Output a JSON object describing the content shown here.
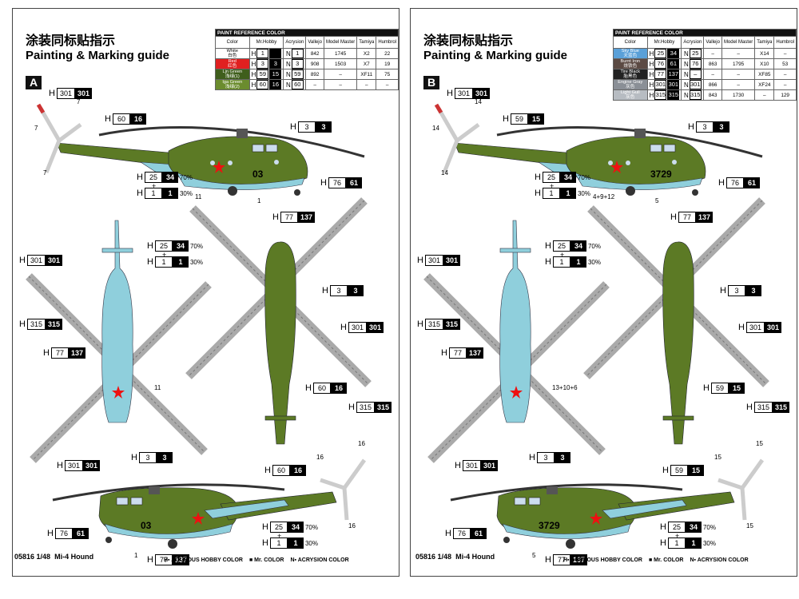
{
  "sheets": [
    {
      "letter": "A",
      "title_cn": "涂装同标贴指示",
      "title_en": "Painting & Marking guide",
      "table_header": "PAINT  REFERENCE COLOR",
      "columns": [
        "Color",
        "Mr.Hobby",
        "Acrysion",
        "Vallejo",
        "Model Master",
        "Tamiya",
        "Humbrol"
      ],
      "rows": [
        {
          "en": "White",
          "cn": "白色",
          "swatch": "#ffffff",
          "h": "1",
          "h_box": "",
          "n": "1",
          "vallejo": "842",
          "mm": "1745",
          "tamiya": "X2",
          "humbrol": "22"
        },
        {
          "en": "Red",
          "cn": "红色",
          "swatch": "#e02020",
          "h": "3",
          "h_box": "3",
          "n": "3",
          "vallejo": "908",
          "mm": "1503",
          "tamiya": "X7",
          "humbrol": "19"
        },
        {
          "en": "Ljn Green",
          "cn": "浅绿(1)",
          "swatch": "#3f5e1c",
          "h": "59",
          "h_box": "15",
          "n": "59",
          "vallejo": "892",
          "mm": "–",
          "tamiya": "XF11",
          "humbrol": "75"
        },
        {
          "en": "Iga Green",
          "cn": "浅绿(2)",
          "swatch": "#6b8c2e",
          "h": "60",
          "h_box": "16",
          "n": "60",
          "vallejo": "–",
          "mm": "–",
          "tamiya": "–",
          "humbrol": "–"
        }
      ],
      "labels": {
        "tail_301": "301",
        "tail_301b": "301",
        "boom_60": "60",
        "boom_16": "16",
        "rot_3": "3",
        "rot_3b": "3",
        "mix_25": "25",
        "mix_34": "34",
        "pct70": "70%",
        "mix_1": "1",
        "mix_1b": "1",
        "pct30": "30%",
        "wheel_76": "76",
        "wheel_61": "61",
        "gear_77": "77",
        "gear_137": "137",
        "blade_315": "315",
        "blade_315b": "315",
        "top_77": "77",
        "top_137": "137",
        "bot_3": "3",
        "bot_3b": "3",
        "bot_301": "301",
        "bot_301b": "301",
        "bot_60": "60",
        "bot_16": "16",
        "bot_315": "315",
        "bot_315b": "315"
      },
      "decals": {
        "d7a": "7",
        "d7b": "7",
        "d7c": "7",
        "d11": "11",
        "d1": "1",
        "d11b": "11",
        "d16a": "16",
        "d16b": "16",
        "d16c": "16",
        "d1b": "1",
        "num": "03"
      }
    },
    {
      "letter": "B",
      "title_cn": "涂装同标贴指示",
      "title_en": "Painting & Marking guide",
      "table_header": "PAINT  REFERENCE COLOR",
      "columns": [
        "Color",
        "Mr.Hobby",
        "Acrysion",
        "Vallejo",
        "Model Master",
        "Tamiya",
        "Humbrol"
      ],
      "rows": [
        {
          "en": "Sky Blue",
          "cn": "天蓝色",
          "swatch": "#5aa0d8",
          "h": "25",
          "h_box": "34",
          "n": "25",
          "vallejo": "–",
          "mm": "–",
          "tamiya": "X14",
          "humbrol": "–"
        },
        {
          "en": "Burnt Iron",
          "cn": "烧铁色",
          "swatch": "#5b4a43",
          "h": "76",
          "h_box": "61",
          "n": "76",
          "vallejo": "863",
          "mm": "1795",
          "tamiya": "X10",
          "humbrol": "53"
        },
        {
          "en": "Tire Black",
          "cn": "胎黑色",
          "swatch": "#222222",
          "h": "77",
          "h_box": "137",
          "n": "–",
          "vallejo": "–",
          "mm": "–",
          "tamiya": "XF85",
          "humbrol": "–"
        },
        {
          "en": "Engine Gray",
          "cn": "灰色",
          "swatch": "#8a8f96",
          "h": "301",
          "h_box": "301",
          "n": "301",
          "vallejo": "866",
          "mm": "–",
          "tamiya": "XF24",
          "humbrol": "–"
        },
        {
          "en": "Light Gull",
          "cn": "灰色",
          "swatch": "#b7bcc2",
          "h": "315",
          "h_box": "315",
          "n": "315",
          "vallejo": "843",
          "mm": "1730",
          "tamiya": "–",
          "humbrol": "129"
        }
      ],
      "labels": {
        "tail_301": "301",
        "tail_301b": "301",
        "boom_60": "59",
        "boom_16": "15",
        "rot_3": "3",
        "rot_3b": "3",
        "mix_25": "25",
        "mix_34": "34",
        "pct70": "70%",
        "mix_1": "1",
        "mix_1b": "1",
        "pct30": "30%",
        "wheel_76": "76",
        "wheel_61": "61",
        "gear_77": "77",
        "gear_137": "137",
        "blade_315": "315",
        "blade_315b": "315",
        "top_77": "77",
        "top_137": "137",
        "bot_3": "3",
        "bot_3b": "3",
        "bot_301": "301",
        "bot_301b": "301",
        "bot_60": "59",
        "bot_16": "15",
        "bot_315": "315",
        "bot_315b": "315"
      },
      "decals": {
        "d7a": "14",
        "d7b": "14",
        "d7c": "14",
        "d11": "13+10+6",
        "d1": "5",
        "d11b": "4+9+12",
        "d16a": "15",
        "d16b": "15",
        "d16c": "15",
        "d1b": "5",
        "num": "3729"
      }
    }
  ],
  "footer": {
    "code": "05816",
    "scale": "1/48",
    "name": "Mi-4 Hound"
  },
  "legend": {
    "h": "AQUEOUS HOBBY COLOR",
    "m": "Mr. COLOR",
    "n": "ACRYSION COLOR"
  },
  "colors": {
    "green": "#5c7a25",
    "dark_green": "#3d5a1a",
    "blue": "#8fcfdc",
    "star": "#e11"
  }
}
